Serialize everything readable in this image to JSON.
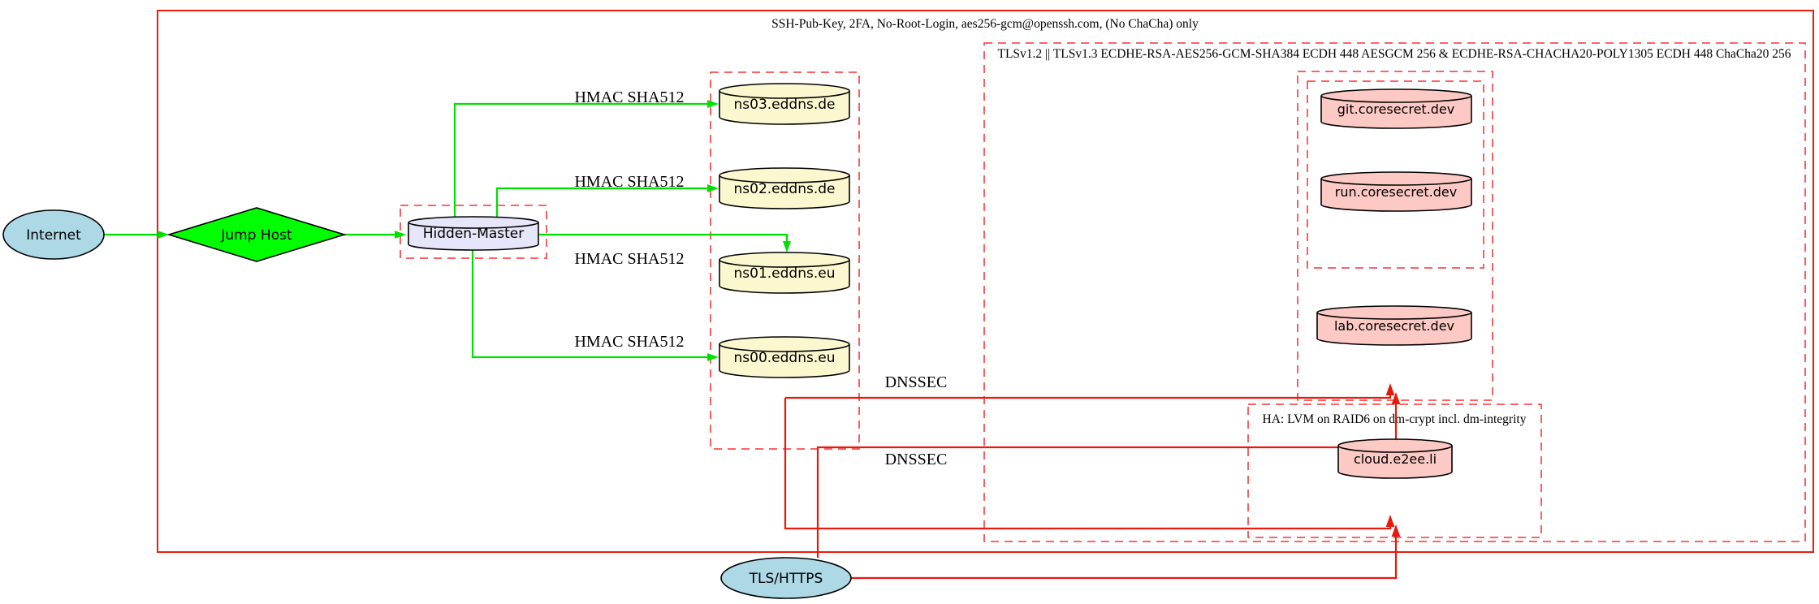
{
  "diagram_type": "network-security-topology-graph",
  "colors": {
    "background": "#ffffff",
    "green_edge": "#00e000",
    "red_edge": "#e8180c",
    "red_dashed_border": "#fd4d4d",
    "node_internet_fill": "#add8e6",
    "node_jump_host_fill": "#00ff00",
    "node_hidden_master_fill": "#e6e6fa",
    "node_dns_fill": "#fbf8d0",
    "node_service_fill": "#fcc9c4",
    "text": "#000000"
  },
  "clusters": {
    "ssh": {
      "label": "SSH-Pub-Key, 2FA, No-Root-Login, aes256-gcm@openssh.com, (No ChaCha) only"
    },
    "tls": {
      "label": "TLSv1.2 || TLSv1.3 ECDHE-RSA-AES256-GCM-SHA384 ECDH 448 AESGCM 256 & ECDHE-RSA-CHACHA20-POLY1305 ECDH 448 ChaCha20 256"
    },
    "ha": {
      "label": "HA: LVM on RAID6 on dm-crypt incl. dm-integrity"
    }
  },
  "nodes": {
    "internet": {
      "label": "Internet",
      "shape": "ellipse"
    },
    "jump_host": {
      "label": "Jump Host",
      "shape": "diamond"
    },
    "hidden_master": {
      "label": "Hidden-Master",
      "shape": "cylinder"
    },
    "ns03": {
      "label": "ns03.eddns.de",
      "shape": "cylinder"
    },
    "ns02": {
      "label": "ns02.eddns.de",
      "shape": "cylinder"
    },
    "ns01": {
      "label": "ns01.eddns.eu",
      "shape": "cylinder"
    },
    "ns00": {
      "label": "ns00.eddns.eu",
      "shape": "cylinder"
    },
    "git": {
      "label": "git.coresecret.dev",
      "shape": "cylinder"
    },
    "run": {
      "label": "run.coresecret.dev",
      "shape": "cylinder"
    },
    "lab": {
      "label": "lab.coresecret.dev",
      "shape": "cylinder"
    },
    "cloud": {
      "label": "cloud.e2ee.li",
      "shape": "cylinder"
    },
    "tls_https": {
      "label": "TLS/HTTPS",
      "shape": "ellipse"
    }
  },
  "edge_labels": {
    "hmac": "HMAC SHA512",
    "dnssec": "DNSSEC"
  }
}
